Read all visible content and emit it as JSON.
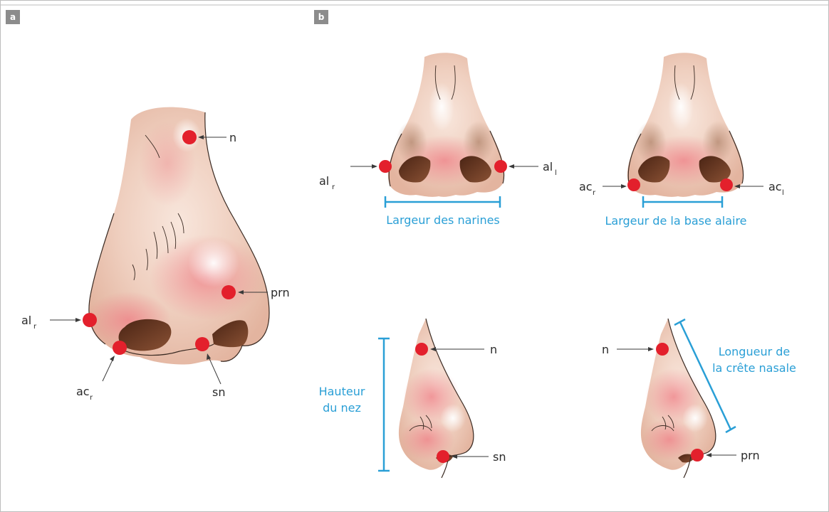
{
  "panels": {
    "a": "a",
    "b": "b"
  },
  "colors": {
    "landmark": "#e3202c",
    "measure": "#2a9fd6",
    "skin": "#eccabb",
    "nostril": "#6b3a24"
  },
  "panel_a": {
    "labels": {
      "n": "n",
      "prn": "prn",
      "al_r_base": "al",
      "al_r_sub": "r",
      "ac_r_base": "ac",
      "ac_r_sub": "r",
      "sn": "sn"
    }
  },
  "panel_b": {
    "nostril_width": {
      "left_base": "al",
      "left_sub": "r",
      "right_base": "al",
      "right_sub": "l",
      "caption": "Largeur des narines"
    },
    "alar_base_width": {
      "left_base": "ac",
      "left_sub": "r",
      "right_base": "ac",
      "right_sub": "l",
      "caption": "Largeur de la base alaire"
    },
    "nose_height": {
      "caption_line1": "Hauteur",
      "caption_line2": "du nez",
      "top": "n",
      "bottom": "sn"
    },
    "dorsum_length": {
      "caption_line1": "Longueur de",
      "caption_line2": "la crête nasale",
      "top": "n",
      "bottom": "prn"
    }
  }
}
